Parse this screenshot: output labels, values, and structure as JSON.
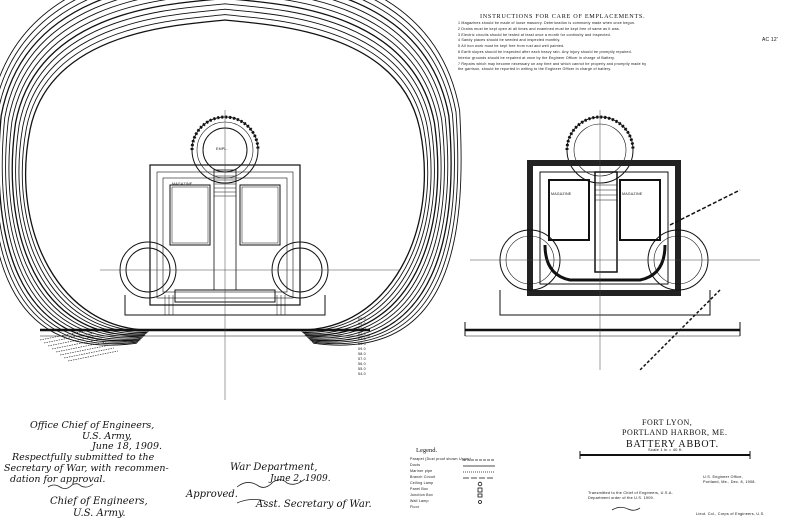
{
  "instructions": {
    "title": "INSTRUCTIONS FOR CARE OF EMPLACEMENTS.",
    "lines": [
      "1 Magazines should be made of loose masonry. Deterioration is commonly made when once begun.",
      "2 Drains must be kept open at all times and examined must be kept free of same as it was.",
      "3 Electric circuits should be tested at least once a month for continuity and inspected.",
      "4 Sandy places should be seeded and inspected monthly.",
      "5 All iron work must be kept free from rust and well painted.",
      "6 Earth slopes should be inspected after each heavy rain. Any injury should be promptly repaired.",
      "  Interior grounds should be repaired at once by the Engineer Officer in charge of Battery.",
      "7 Repairs which may become necessary on any time and which cannot be properly and promptly made by",
      "  the garrison, should be reported in writing to the Engineer Officer in charge of battery."
    ]
  },
  "title_block": {
    "line1": "FORT LYON,",
    "line2": "PORTLAND HARBOR, ME.",
    "line3": "BATTERY ABBOT.",
    "scale": "Scale 1 in = 40 ft."
  },
  "chief_engineers": {
    "line1": "Office Chief of Engineers,",
    "line2": "U.S. Army,",
    "date": "June 18, 1909.",
    "line3": "Respectfully submitted to the",
    "line4": "Secretary of War, with recommen-",
    "line5": "dation for approval.",
    "sign_line1": "Chief of Engineers,",
    "sign_line2": "U.S. Army."
  },
  "war_department": {
    "line1": "War Department,",
    "date": "June 2, 1909.",
    "approved": "Approved.",
    "title": "Asst. Secretary of War."
  },
  "legend": {
    "title": "Legend.",
    "items": [
      "Parapet (Dust proof shown Upper)",
      "Ducts",
      "Mariner pipe",
      "Branch Circuit",
      "Ceiling Lamp",
      "Panel Box",
      "Junction Box",
      "Wall Lamp",
      "Floor"
    ]
  },
  "office_block": {
    "line1": "U.S. Engineer Office,",
    "line2": "Portland, Me., Dec. 8, 1908.",
    "transmit1": "Transmitted to the Chief of Engineers, U.S.A.",
    "transmit2": "Department order of the U.S. 1909.",
    "officer": "Lieut. Col., Corps of Engineers, U.S."
  },
  "plan_labels": {
    "left_magazine": "MAGAZINE",
    "right_magazine_1": "MAGAZINE",
    "right_magazine_2": "MAGAZINE",
    "emplacement": "EMPL.",
    "corner_mark": "AC 12'"
  },
  "contour_labels": [
    "65.0",
    "64.0",
    "63.0",
    "62.0",
    "61.0",
    "60.0",
    "59.0",
    "58.0",
    "57.0",
    "56.0",
    "55.0",
    "54.0"
  ]
}
